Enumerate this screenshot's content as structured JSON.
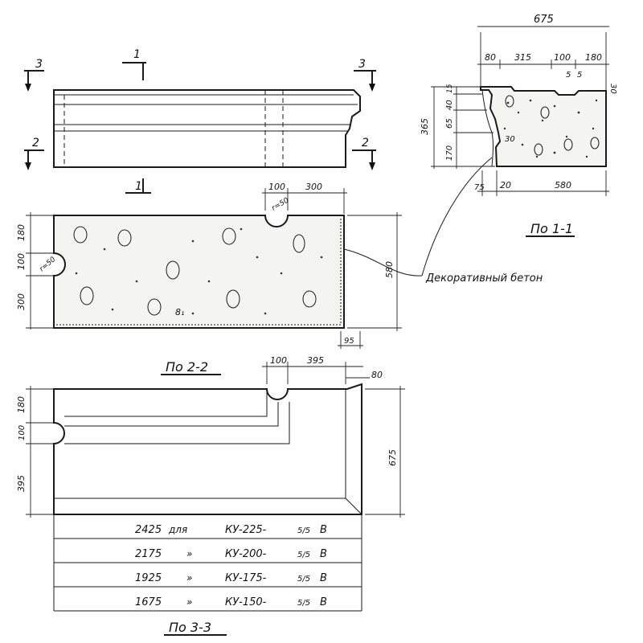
{
  "elevation": {
    "section_marks": {
      "s1": "1",
      "s2": "2",
      "s3": "3"
    }
  },
  "section_11": {
    "title": "По 1-1",
    "dims": {
      "total_width": "675",
      "w80": "80",
      "w315": "315",
      "w100": "100",
      "w180": "180",
      "h365": "365",
      "h15": "15",
      "h40": "40",
      "h65": "65",
      "h170": "170",
      "h5a": "5",
      "h5b": "5",
      "h30": "30",
      "h30b": "30",
      "b75": "75",
      "b20": "20",
      "b580": "580"
    }
  },
  "section_22": {
    "title": "По 2-2",
    "dims": {
      "d100": "100",
      "d300": "300",
      "r50top": "r=50",
      "left180": "180",
      "left100": "100",
      "left300": "300",
      "r50left": "r=50",
      "right580": "580",
      "bottom95": "95"
    },
    "bolt_label": "8₁"
  },
  "section_33": {
    "title": "По 3-3",
    "dims": {
      "d100": "100",
      "d395": "395",
      "d80": "80",
      "left180": "180",
      "left100": "100",
      "left395": "395",
      "right675": "675"
    }
  },
  "callout": {
    "label": "Декоративный бетон"
  },
  "table": {
    "rows": [
      {
        "length": "2425",
        "sep": "для",
        "mark": "КУ-225-",
        "frac": "5/5",
        "suffix": "В"
      },
      {
        "length": "2175",
        "sep": "»",
        "mark": "КУ-200-",
        "frac": "5/5",
        "suffix": "В"
      },
      {
        "length": "1925",
        "sep": "»",
        "mark": "КУ-175-",
        "frac": "5/5",
        "suffix": "В"
      },
      {
        "length": "1675",
        "sep": "»",
        "mark": "КУ-150-",
        "frac": "5/5",
        "suffix": "В"
      }
    ]
  }
}
